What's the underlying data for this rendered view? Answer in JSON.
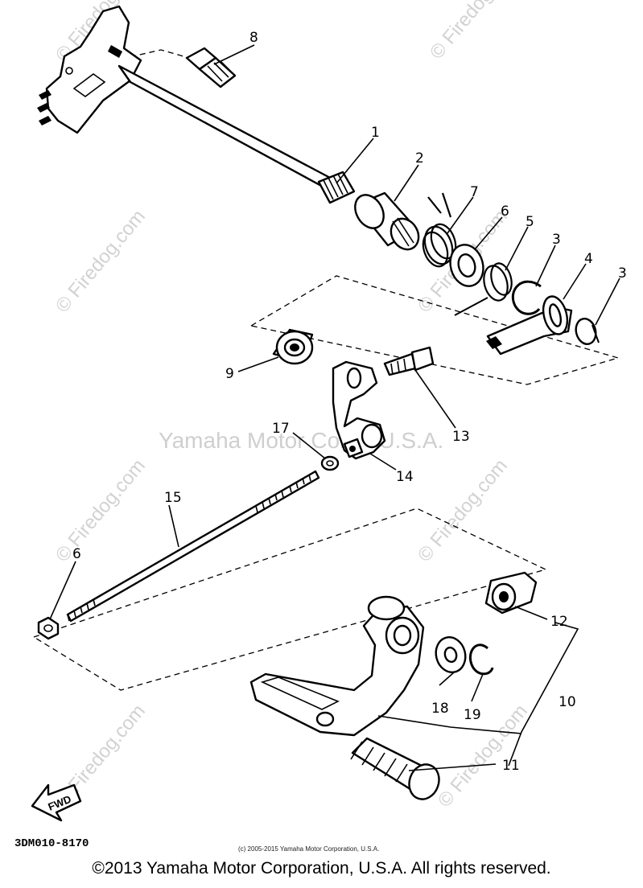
{
  "callouts": {
    "c1": "1",
    "c2": "2",
    "c3a": "3",
    "c3b": "3",
    "c4": "4",
    "c5": "5",
    "c6": "6",
    "c7": "7",
    "c8": "8",
    "c9": "9",
    "c10": "10",
    "c11": "11",
    "c12": "12",
    "c13": "13",
    "c14": "14",
    "c15": "15",
    "c16": "6",
    "c17": "17",
    "c18": "18",
    "c19": "19"
  },
  "watermarks": {
    "brand": "© Firedog.com",
    "center": "Yamaha Motor Corp., U.S.A."
  },
  "fwd_label": "FWD",
  "diagram_code": "3DM010-8170",
  "small_copyright": "(c) 2005-2015 Yamaha Motor Corporation, U.S.A.",
  "footer_copyright": "©2013 Yamaha Motor Corporation, U.S.A. All rights reserved."
}
